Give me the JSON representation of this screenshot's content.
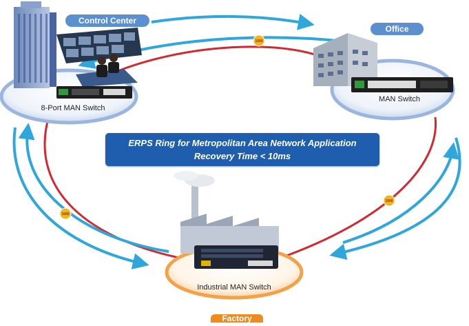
{
  "nodes": {
    "control_center": {
      "title": "Control Center",
      "device": "8-Port MAN Switch"
    },
    "office": {
      "title": "Office",
      "device": "MAN Switch"
    },
    "factory": {
      "title": "Factory",
      "device": "Industrial MAN Switch"
    }
  },
  "banner": {
    "line1": "ERPS Ring for Metropolitan Area Network Application",
    "line2": "Recovery Time < 10ms"
  },
  "link_badges": [
    "1000",
    "1000",
    "1000"
  ],
  "colors": {
    "ring": "#d3282f",
    "arrow": "#2fa6dc",
    "pill": "#5b8fd0",
    "factory_pill": "#f08a1f",
    "banner": "#1f5eae",
    "badge": "#f7b21a"
  }
}
